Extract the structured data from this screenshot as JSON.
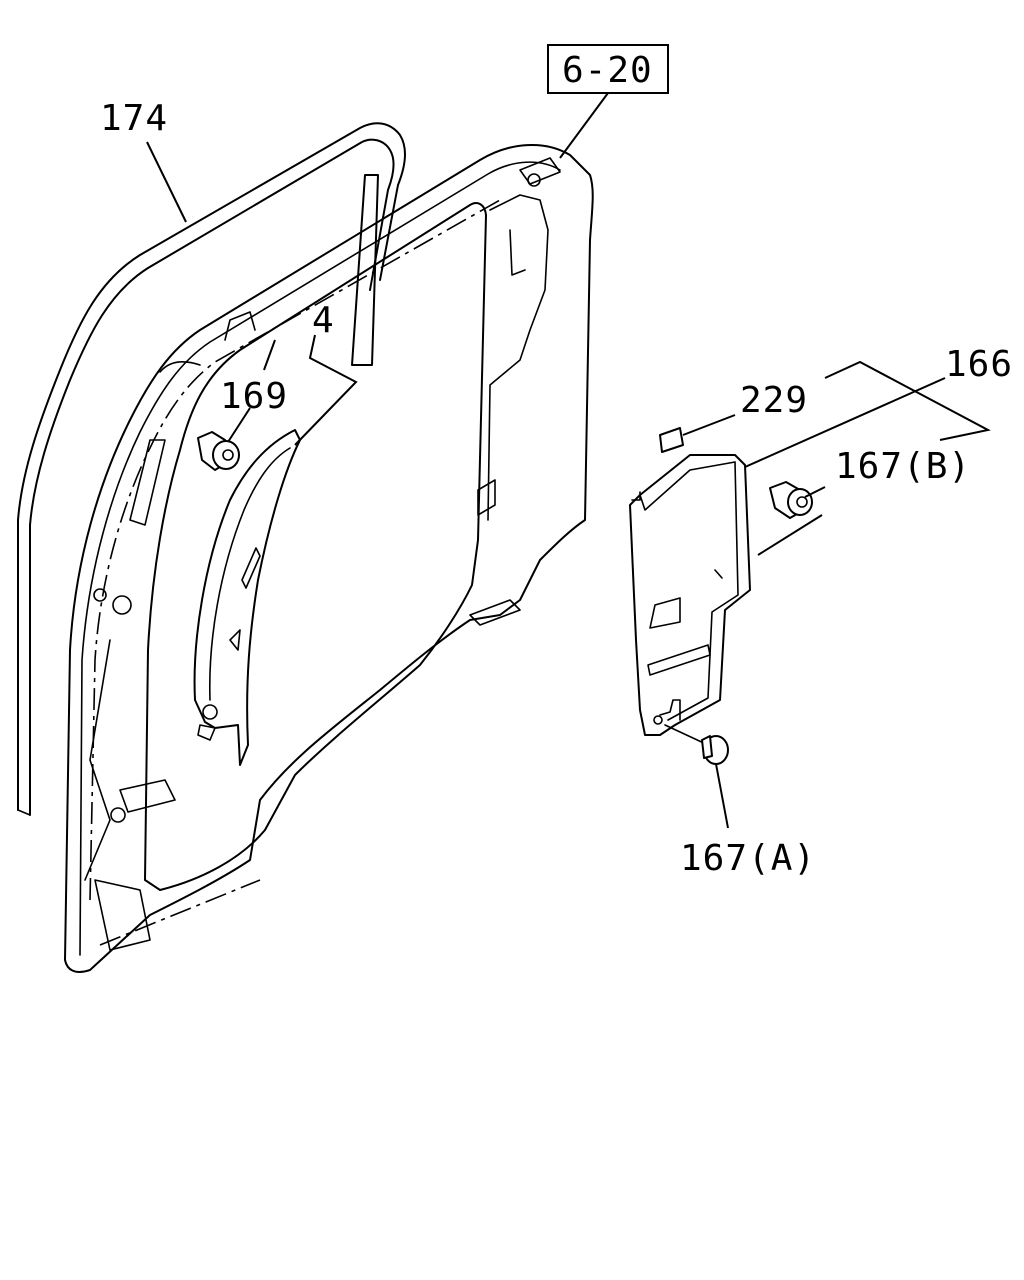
{
  "reference": "6-20",
  "callouts": {
    "seal": "174",
    "panel_part": "4",
    "clip_upper": "169",
    "cover": "166",
    "pad": "229",
    "clip_b": "167(B)",
    "clip_a": "167(A)"
  }
}
